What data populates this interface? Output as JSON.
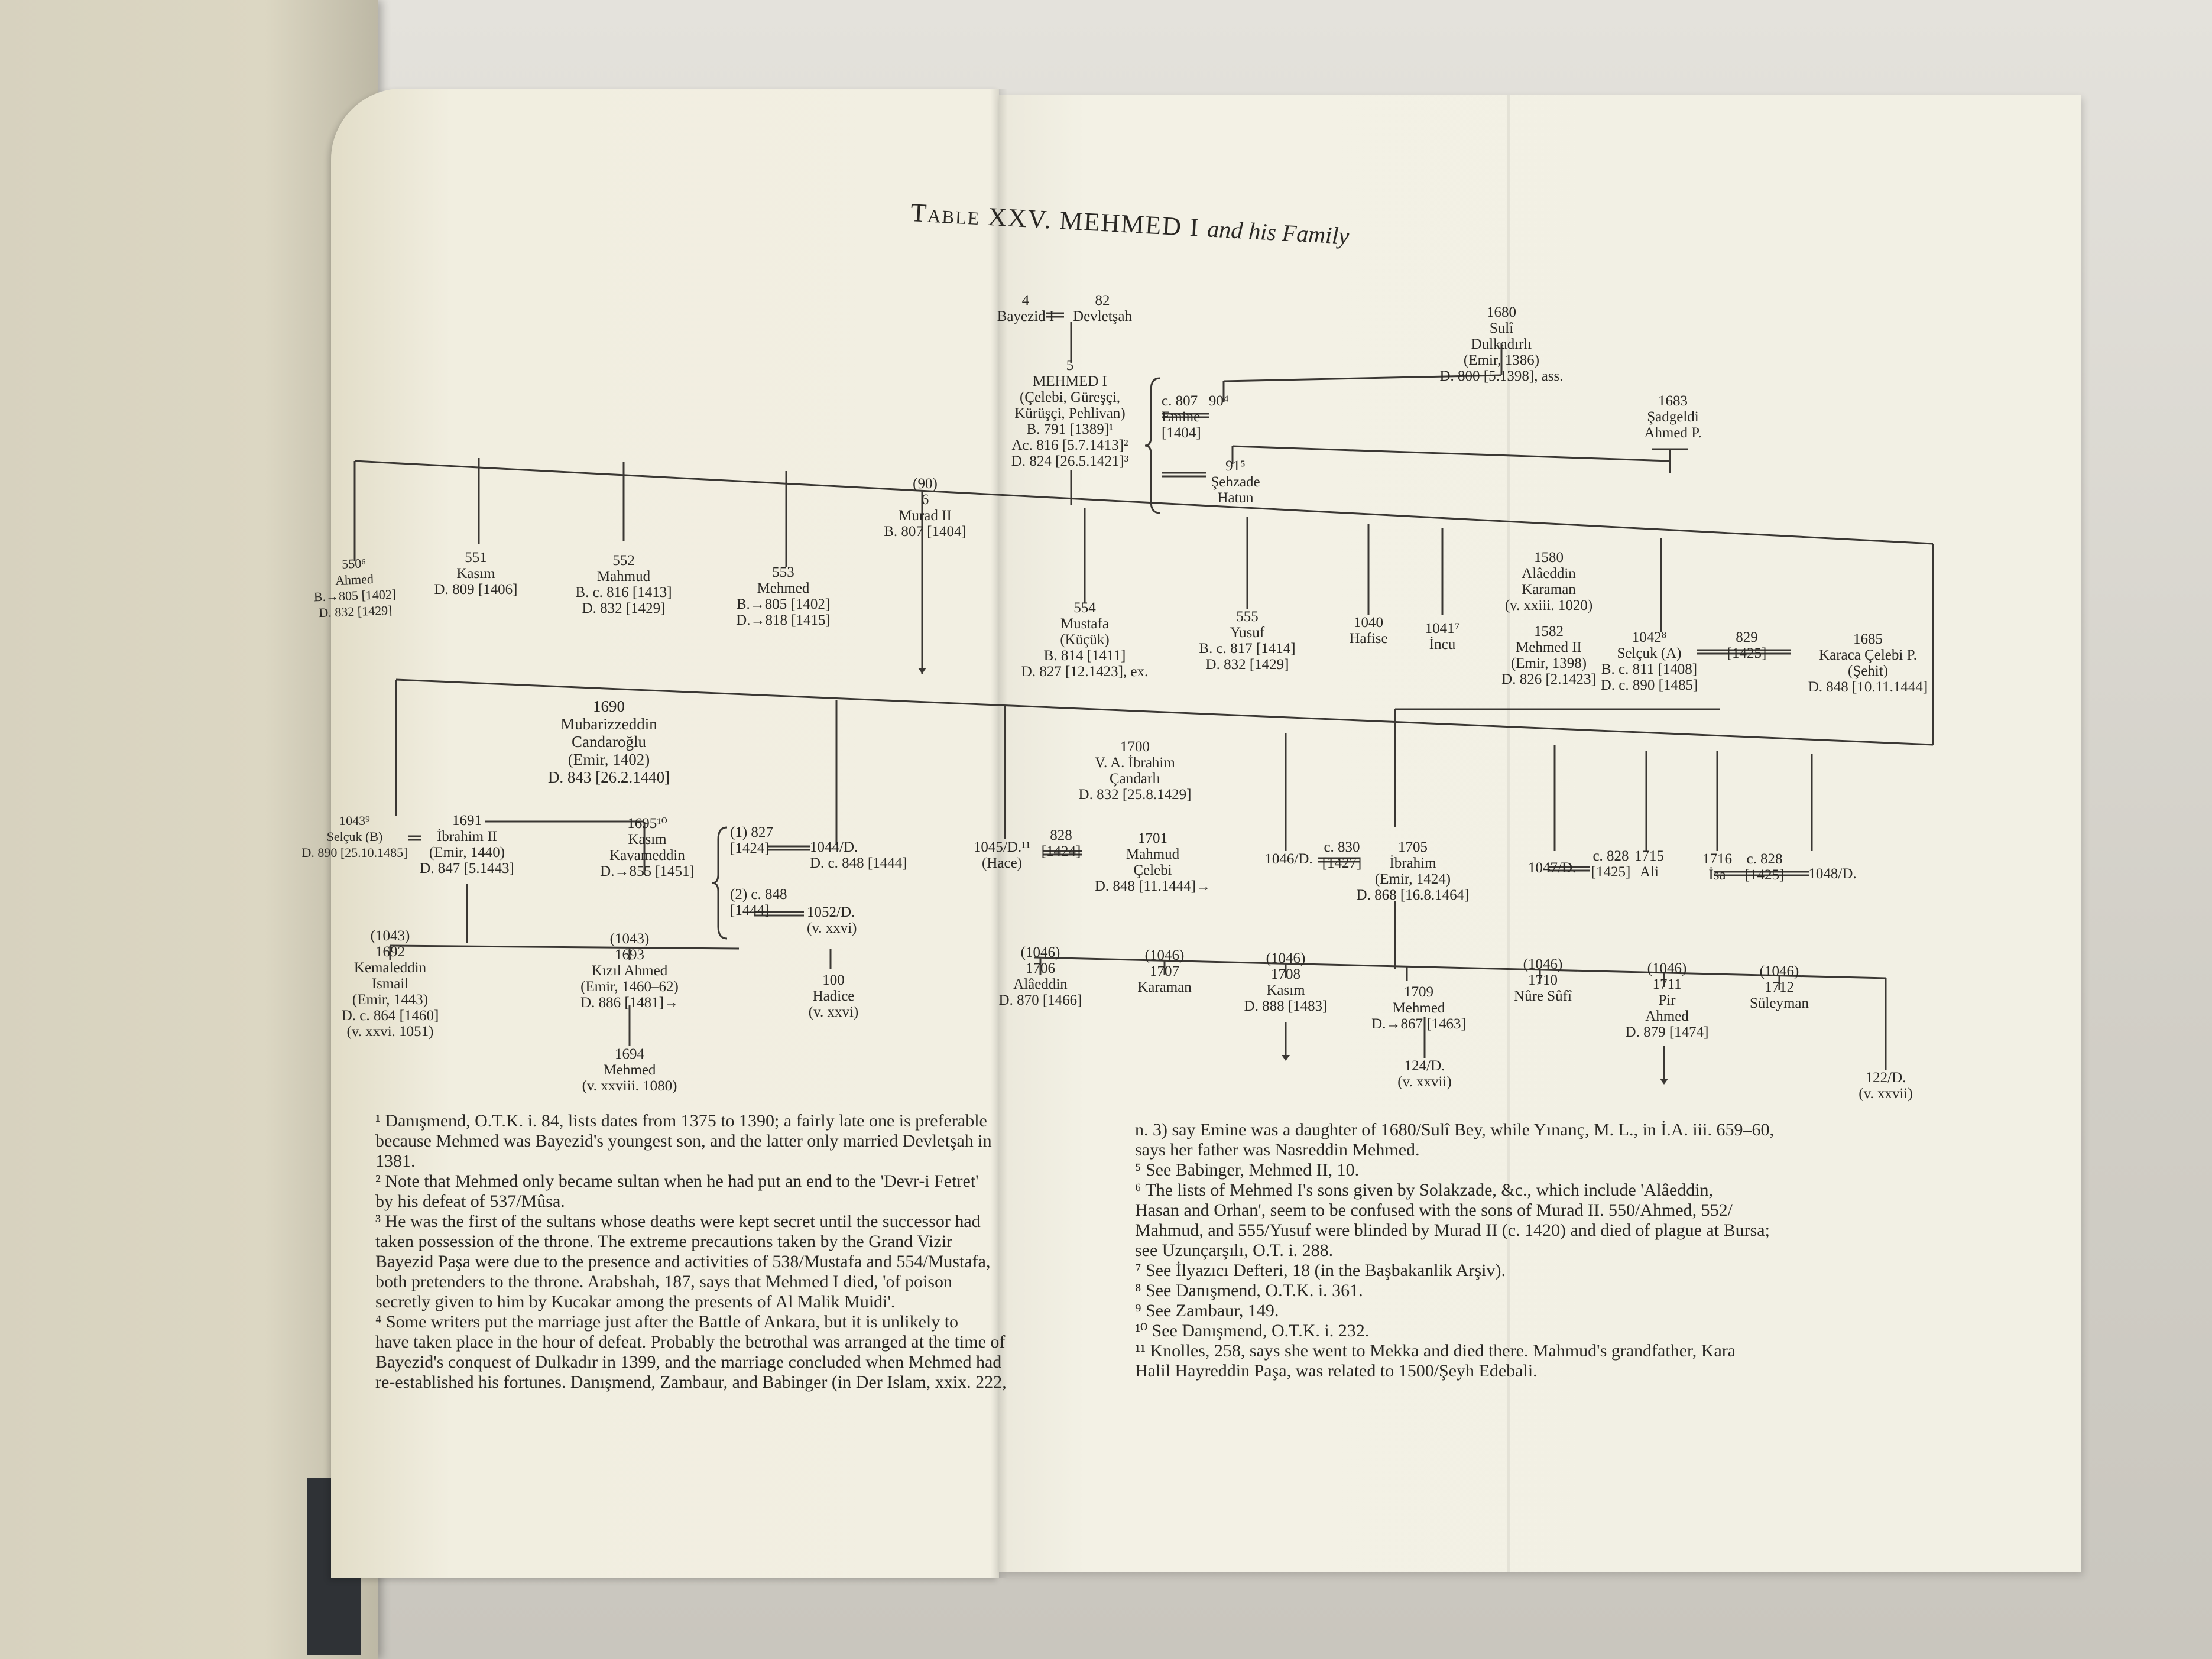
{
  "title": {
    "prefix": "Table",
    "roman": "XXV.",
    "main": "MEHMED I",
    "suffix": "and his Family"
  },
  "nodes": {
    "bayezid": "4\nBayezid I",
    "devletsah": "82\nDevletşah",
    "mehmed1": "5\nMEHMED I\n(Çelebi, Güreşçi,\nKürüşçi, Pehlivan)\nB. 791 [1389]¹\nAc. 816 [5.7.1413]²\nD. 824 [26.5.1421]³",
    "suli": "1680\nSulî\nDulkadırlı\n(Emir, 1386)\nD. 800 [5.1398], ass.",
    "sadgeldi": "1683\nŞadgeldi\nAhmed P.",
    "emine": "c. 807   90⁴\nEmine\n[1404]",
    "sehzade": "91⁵\nŞehzade\nHatun",
    "ahmed550": "550⁶\nAhmed\nB.→805 [1402]\nD. 832 [1429]",
    "kasim551": "551\nKasım\nD. 809 [1406]",
    "mahmud552": "552\nMahmud\nB. c. 816 [1413]\nD. 832 [1429]",
    "mehmed553": "553\nMehmed\nB.→805 [1402]\nD.→818 [1415]",
    "murad6": "(90)\n6\nMurad II\nB. 807 [1404]",
    "mustafa554": "554\nMustafa\n(Küçük)\nB. 814 [1411]\nD. 827 [12.1423], ex.",
    "yusuf555": "555\nYusuf\nB. c. 817 [1414]\nD. 832 [1429]",
    "hafise": "1040\nHafise",
    "incu": "1041⁷\nİncu",
    "alaeddin1580": "1580\nAlâeddin\nKaraman\n(v. xxiii. 1020)",
    "mehmed1582": "1582\nMehmed II\n(Emir, 1398)\nD. 826 [2.1423]",
    "selcukA": "1042⁸\nSelçuk (A)\nB. c. 811 [1408]\nD. c. 890 [1485]",
    "m829": "829\n[1425]",
    "karaca": "1685\nKaraca Çelebi P.\n(Şehit)\nD. 848 [10.11.1444]",
    "mubarizzeddin": "1690\nMubarizzeddin\nCandaroğlu\n(Emir, 1402)\nD. 843 [26.2.1440]",
    "selcukB": "1043⁹\nSelçuk (B)\nD. 890 [25.10.1485]",
    "ibrahim1691": "1691\nİbrahim II\n(Emir, 1440)\nD. 847 [5.1443]",
    "kasim1695": "1695¹⁰\nKasım\nKavameddin\nD.→855 [1451]",
    "m827": "(1) 827\n[1424]",
    "d1044": "1044/D.\nD. c. 848 [1444]",
    "m848": "(2) c. 848\n[1444]",
    "d1052": "1052/D.\n(v. xxvi)",
    "candarli1700": "1700\nV. A. İbrahim\nÇandarlı\nD. 832 [25.8.1429]",
    "hace1045": "1045/D.¹¹\n(Hace)",
    "m828a": "828\n[1424]",
    "mahmud1701": "1701\nMahmud\nÇelebi\nD. 848 [11.1444]→",
    "d1046": "1046/D.",
    "m830": "c. 830\n[1427]",
    "ibrahim1705": "1705\nİbrahim\n(Emir, 1424)\nD. 868 [16.8.1464]",
    "d1047": "1047/D.",
    "m828b": "c. 828\n[1425]",
    "ali1715": "1715\nAli",
    "isa1716": "1716\nİsa",
    "m828c": "c. 828\n[1425]",
    "d1048": "1048/D.",
    "kemaleddin": "(1043)\n1692\nKemaleddin\nIsmail\n(Emir, 1443)\nD. c. 864 [1460]\n(v. xxvi. 1051)",
    "kizil": "(1043)\n1693\nKızıl Ahmed\n(Emir, 1460–62)\nD. 886 [1481]→",
    "mehmed1694": "1694\nMehmed\n(v. xxviii. 1080)",
    "hadice": "100\nHadice\n(v. xxvi)",
    "alaeddin1706": "(1046)\n1706\nAlâeddin\nD. 870 [1466]",
    "karaman1707": "(1046)\n1707\nKaraman",
    "kasim1708": "(1046)\n1708\nKasım\nD. 888 [1483]",
    "mehmed1709": "1709\nMehmed\nD.→867 [1463]",
    "d124": "124/D.\n(v. xxvii)",
    "nure1710": "(1046)\n1710\nNûre Sûfî",
    "pir1711": "(1046)\n1711\nPir\nAhmed\nD. 879 [1474]",
    "suleyman1712": "(1046)\n1712\nSüleyman",
    "d122": "122/D.\n(v. xxvii)"
  },
  "footnotes_left": [
    "¹ Danışmend, O.T.K. i. 84, lists dates from 1375 to 1390; a fairly late one is preferable",
    "because Mehmed was Bayezid's youngest son, and the latter only married Devletşah in",
    "1381.",
    "² Note that Mehmed only became sultan when he had put an end to the 'Devr-i Fetret'",
    "by his defeat of 537/Mûsa.",
    "³ He was the first of the sultans whose deaths were kept secret until the successor had",
    "taken possession of the throne. The extreme precautions taken by the Grand Vizir",
    "Bayezid Paşa were due to the presence and activities of 538/Mustafa and 554/Mustafa,",
    "both pretenders to the throne. Arabshah, 187, says that Mehmed I died, 'of poison",
    "secretly given to him by Kucakar among the presents of Al Malik Muidi'.",
    "⁴ Some writers put the marriage just after the Battle of Ankara, but it is unlikely to",
    "have taken place in the hour of defeat. Probably the betrothal was arranged at the time of",
    "Bayezid's conquest of Dulkadır in 1399, and the marriage concluded when Mehmed had",
    "re-established his fortunes. Danışmend, Zambaur, and Babinger (in Der Islam, xxix. 222,"
  ],
  "footnotes_right": [
    "n. 3) say Emine was a daughter of 1680/Sulî Bey, while Yınanç, M. L., in İ.A. iii. 659–60,",
    "says her father was Nasreddin Mehmed.",
    "⁵ See Babinger, Mehmed II, 10.",
    "⁶ The lists of Mehmed I's sons given by Solakzade, &c., which include 'Alâeddin,",
    "Hasan and Orhan', seem to be confused with the sons of Murad II. 550/Ahmed, 552/",
    "Mahmud, and 555/Yusuf were blinded by Murad II (c. 1420) and died of plague at Bursa;",
    "see Uzunçarşılı, O.T. i. 288.",
    "⁷ See İlyazıcı Defteri, 18 (in the Başbakanlik Arşiv).",
    "⁸ See Danışmend, O.T.K. i. 361.",
    "⁹ See Zambaur, 149.",
    "¹⁰ See Danışmend, O.T.K. i. 232.",
    "¹¹ Knolles, 258, says she went to Mekka and died there. Mahmud's grandfather, Kara",
    "Halil Hayreddin Paşa, was related to 1500/Şeyh Edebali."
  ]
}
